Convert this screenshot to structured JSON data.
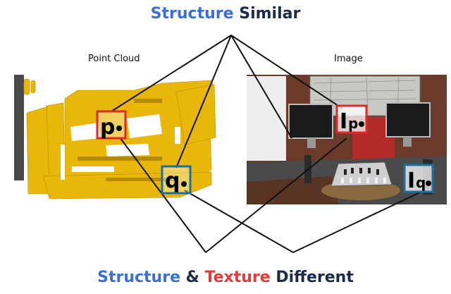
{
  "top_title": {
    "word1": "Structure",
    "word2": "Similar",
    "color_word1": "#3b6fd8",
    "color_word2": "#1a2a4a"
  },
  "bottom_title": {
    "word1": "Structure",
    "amp": "&",
    "word2": "Texture",
    "word3": "Different",
    "color_word1": "#3b6fd8",
    "color_word2": "#e33b3b",
    "color_word3": "#1a2a4a"
  },
  "captions": {
    "point_cloud": "Point Cloud",
    "image": "Image"
  },
  "markers": {
    "pc_p": {
      "letter": "p",
      "color": "#e02a2a"
    },
    "pc_q": {
      "letter": "q",
      "color": "#1f6e9e"
    },
    "img_p": {
      "letter": "I",
      "sub": "p",
      "color": "#e02a2a"
    },
    "img_q": {
      "letter": "I",
      "sub": "q",
      "color": "#1f6e9e"
    }
  },
  "colors": {
    "point_cloud": "#e8b70a",
    "line": "#111111"
  }
}
